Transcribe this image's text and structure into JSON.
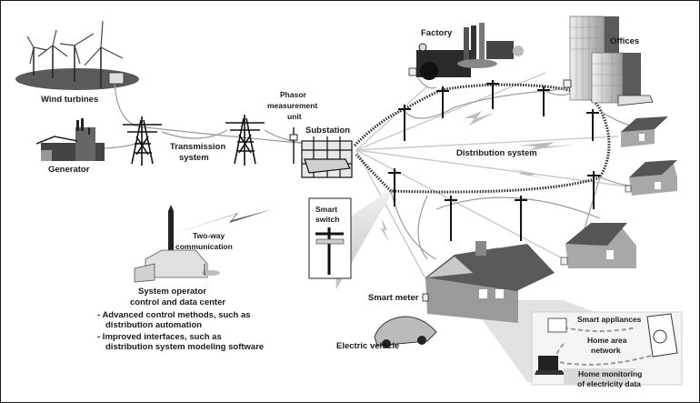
{
  "title": "Smart grid overview",
  "labels": {
    "wind_turbines": "Wind turbines",
    "generator": "Generator",
    "transmission_line1": "Transmission",
    "transmission_line2": "system",
    "phasor_line1": "Phasor",
    "phasor_line2": "measurement",
    "phasor_line3": "unit",
    "substation": "Substation",
    "factory": "Factory",
    "offices": "Offices",
    "distribution_system": "Distribution system",
    "two_way_line1": "Two-way",
    "two_way_line2": "communication",
    "smart_switch_line1": "Smart",
    "smart_switch_line2": "switch",
    "smart_meter": "Smart meter",
    "electric_vehicle": "Electric vehicle",
    "smart_appliances": "Smart appliances",
    "home_area_line1": "Home area",
    "home_area_line2": "network",
    "home_monitoring_line1": "Home monitoring",
    "home_monitoring_line2": "of electricity data"
  },
  "control_center": {
    "title_line1": "System operator",
    "title_line2": "control and data center",
    "bullets": [
      {
        "line1": "- Advanced control methods, such as",
        "line2": "distribution automation"
      },
      {
        "line1": "- Improved interfaces, such as",
        "line2": "distribution system modeling software"
      }
    ]
  },
  "colors": {
    "ink": "#1a1a1a",
    "roof": "#5a5a5a",
    "wall": "#a8a8a8",
    "ray": "#c9c9c9"
  }
}
